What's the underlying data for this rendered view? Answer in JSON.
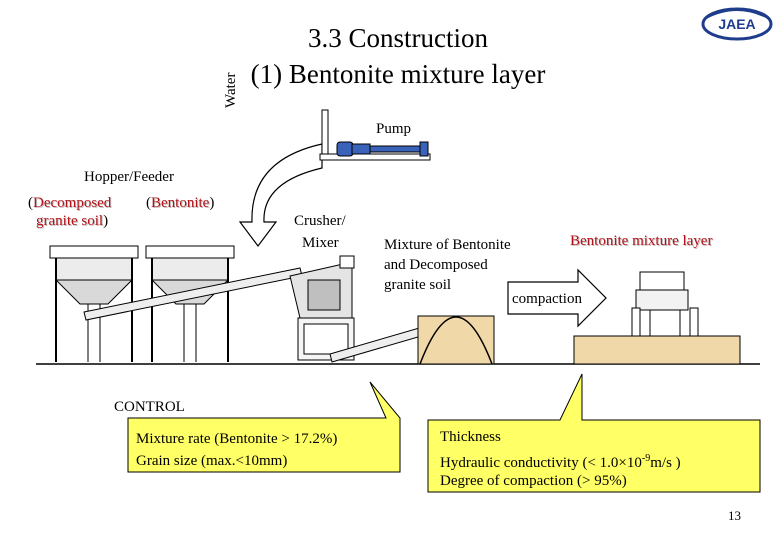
{
  "title": {
    "line1": "3.3   Construction",
    "line2": "(1) Bentonite mixture layer"
  },
  "logo": {
    "text": "JAEA"
  },
  "labels": {
    "water": "Water",
    "pump": "Pump",
    "hopper_feeder": "Hopper/Feeder",
    "decomposed_open": "(",
    "decomposed_red": "Decomposed",
    "granite_red": "granite soil",
    "granite_close": ")",
    "bentonite_open": "(",
    "bentonite_red": "Bentonite",
    "bentonite_close": ")",
    "crusher_line1": "Crusher/",
    "crusher_line2": "Mixer",
    "mixture_line1": "Mixture of Bentonite",
    "mixture_line2": "and Decomposed",
    "mixture_line3": "granite soil",
    "bentonite_mixture_layer": "Bentonite mixture layer",
    "compaction": "compaction",
    "control": "CONTROL"
  },
  "callouts": {
    "mixer": {
      "line1": "Mixture rate (Bentonite > 17.2%)",
      "line2": "Grain size (max.<10mm)"
    },
    "layer": {
      "line1": "Thickness",
      "line2_pre": "Hydraulic conductivity  (< 1.0×10",
      "line2_sup": "-9",
      "line2_post": "m/s )",
      "line3": "Degree of compaction (> 95%)"
    }
  },
  "page_number": "13",
  "colors": {
    "logo_blue": "#1f3d8c",
    "red_text": "#b3141a",
    "callout_yellow": "#ffff66",
    "soil_fill": "#f1d8a8",
    "pump_blue": "#3a62b8"
  }
}
